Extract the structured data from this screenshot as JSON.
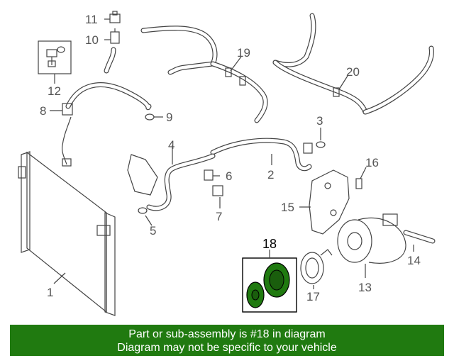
{
  "callouts": [
    {
      "id": "1",
      "text": "1"
    },
    {
      "id": "2",
      "text": "2"
    },
    {
      "id": "3",
      "text": "3"
    },
    {
      "id": "4",
      "text": "4"
    },
    {
      "id": "5",
      "text": "5"
    },
    {
      "id": "6",
      "text": "6"
    },
    {
      "id": "7",
      "text": "7"
    },
    {
      "id": "8",
      "text": "8"
    },
    {
      "id": "9",
      "text": "9"
    },
    {
      "id": "10",
      "text": "10"
    },
    {
      "id": "11",
      "text": "11"
    },
    {
      "id": "12",
      "text": "12"
    },
    {
      "id": "13",
      "text": "13"
    },
    {
      "id": "14",
      "text": "14"
    },
    {
      "id": "15",
      "text": "15"
    },
    {
      "id": "16",
      "text": "16"
    },
    {
      "id": "17",
      "text": "17"
    },
    {
      "id": "18",
      "text": "18"
    },
    {
      "id": "19",
      "text": "19"
    },
    {
      "id": "20",
      "text": "20"
    }
  ],
  "highlight": {
    "part": "18",
    "color": "#207a10"
  },
  "banner": {
    "line1": "Part or sub-assembly is #18 in diagram",
    "line2": "Diagram may not be specific to your vehicle",
    "background": "#207a10"
  }
}
